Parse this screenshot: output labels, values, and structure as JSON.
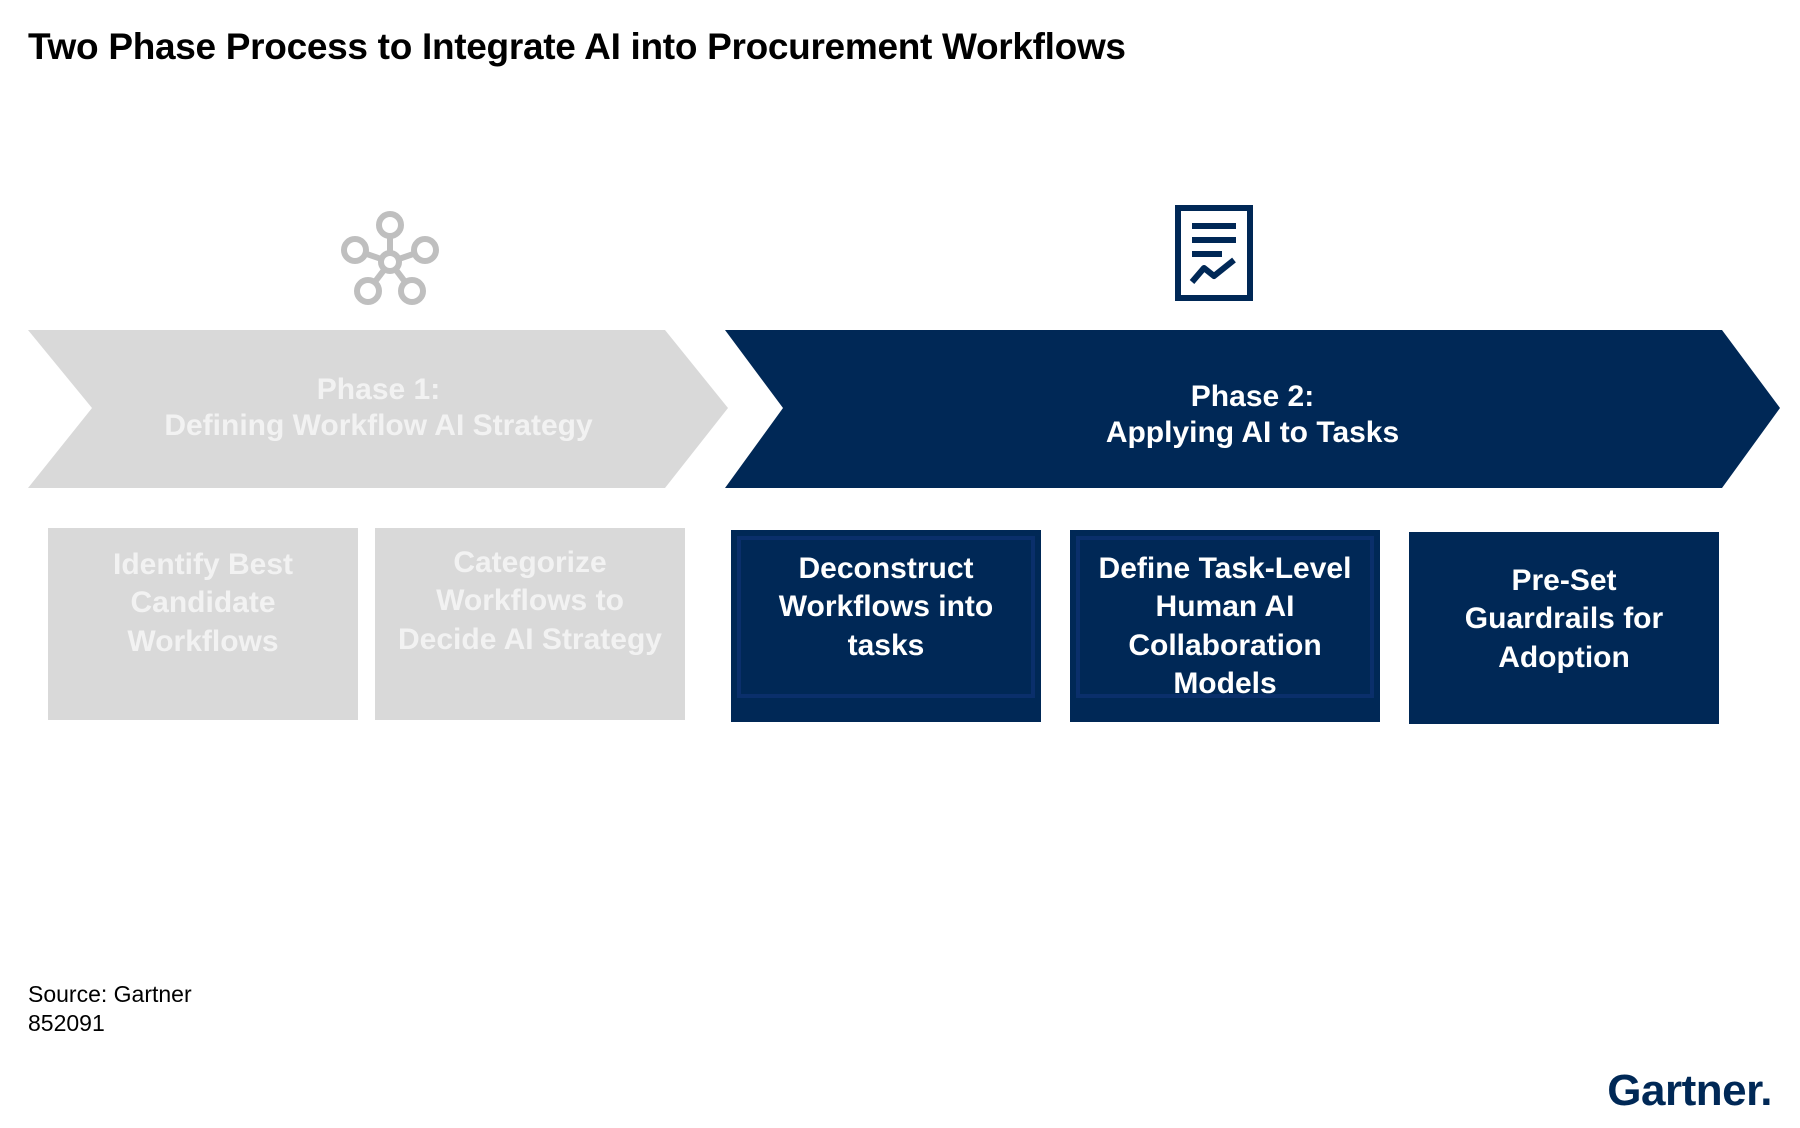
{
  "title": "Two Phase Process to Integrate AI into Procurement Workflows",
  "colors": {
    "phase1_fill": "#d9d9d9",
    "phase1_text": "#f2f2f2",
    "phase1_icon": "#bfbfbf",
    "phase2_fill": "#002856",
    "phase2_text": "#ffffff",
    "phase2_box_border": "#0a2f6b",
    "logo": "#002856"
  },
  "phases": [
    {
      "icon": "network-nodes-icon",
      "title": "Phase 1:",
      "subtitle": "Defining Workflow AI Strategy",
      "steps": [
        "Identify Best Candidate Workflows",
        "Categorize Workflows to Decide AI Strategy"
      ]
    },
    {
      "icon": "report-chart-document-icon",
      "title": "Phase 2:",
      "subtitle": "Applying AI to Tasks",
      "steps": [
        "Deconstruct Workflows into tasks",
        "Define Task-Level Human AI Collaboration Models",
        "Pre-Set Guardrails for Adoption"
      ]
    }
  ],
  "source": "Source: Gartner",
  "figure_id": "852091",
  "logo_text": "Gartner."
}
